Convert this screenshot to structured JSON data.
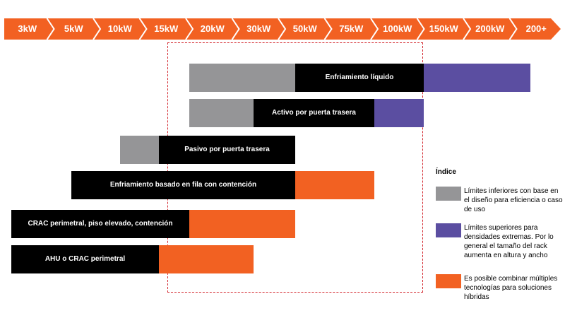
{
  "colors": {
    "orange": "#f26122",
    "gray": "#959597",
    "black": "#000000",
    "purple": "#5b4ea1",
    "guide": "#d2232a"
  },
  "scale": {
    "ticks": [
      "3kW",
      "5kW",
      "10kW",
      "15kW",
      "20kW",
      "30kW",
      "50kW",
      "75kW",
      "100kW",
      "150kW",
      "200kW",
      "200+"
    ]
  },
  "bars": [
    {
      "label": "Enfriamiento líquido",
      "segments": [
        {
          "kind": "gray",
          "from": 20,
          "to": 50
        },
        {
          "kind": "black",
          "from": 50,
          "to": 150,
          "label": "Enfriamiento líquido"
        },
        {
          "kind": "purple",
          "from": 150,
          "to": 200
        }
      ]
    },
    {
      "label": "Activo por puerta trasera",
      "segments": [
        {
          "kind": "gray",
          "from": 20,
          "to": 30
        },
        {
          "kind": "black",
          "from": 30,
          "to": 100,
          "label": "Activo por puerta trasera"
        },
        {
          "kind": "purple",
          "from": 100,
          "to": 150
        }
      ]
    },
    {
      "label": "Pasivo por puerta trasera",
      "segments": [
        {
          "kind": "gray",
          "from": 10,
          "to": 15
        },
        {
          "kind": "black",
          "from": 15,
          "to": 50,
          "label": "Pasivo por puerta trasera"
        }
      ]
    },
    {
      "label": "Enfriamiento basado en fila con contención",
      "segments": [
        {
          "kind": "black",
          "from": 5,
          "to": 50,
          "label": "Enfriamiento basado en fila con contención"
        },
        {
          "kind": "orange",
          "from": 50,
          "to": 100
        }
      ]
    },
    {
      "label": "CRAC perimetral, piso elevado, contención",
      "segments": [
        {
          "kind": "black",
          "from": 3,
          "to": 20,
          "label": "CRAC perimetral, piso elevado, contención"
        },
        {
          "kind": "orange",
          "from": 20,
          "to": 50
        }
      ]
    },
    {
      "label": "AHU o CRAC perimetral",
      "segments": [
        {
          "kind": "black",
          "from": 3,
          "to": 15,
          "label": "AHU o CRAC perimetral"
        },
        {
          "kind": "orange",
          "from": 15,
          "to": 30
        }
      ]
    }
  ],
  "legend": {
    "title": "Índice",
    "items": [
      {
        "color": "#959597",
        "text": "Límites inferiores con base en el diseño para eficiencia o caso de uso"
      },
      {
        "color": "#5b4ea1",
        "text": "Límites superiores para densidades extremas. Por lo general el tamaño del rack aumenta en altura y ancho"
      },
      {
        "color": "#f26122",
        "text": "Es posible combinar múltiples tecnologías para soluciones híbridas"
      }
    ]
  }
}
